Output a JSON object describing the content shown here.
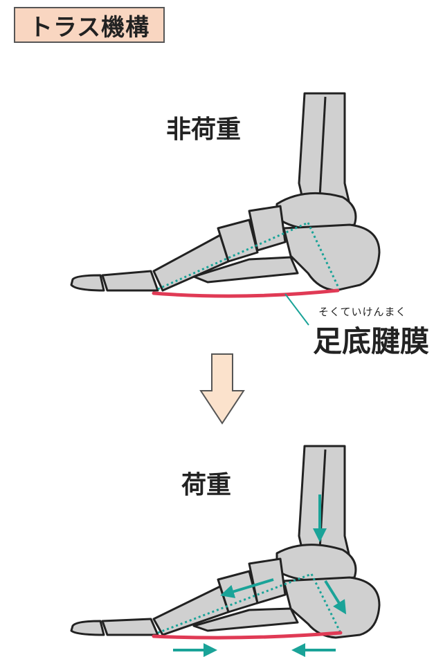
{
  "title": "トラス機構",
  "states": {
    "unloaded": "非荷重",
    "loaded": "荷重"
  },
  "fascia": {
    "reading": "そくていけんまく",
    "name": "足底腱膜"
  },
  "colors": {
    "title_bg": "#f9d6c1",
    "bone_fill": "#d0d0d0",
    "bone_stroke": "#222222",
    "fascia": "#e03a55",
    "truss": "#1aa398",
    "arrow_fill": "#fbe2cc"
  },
  "icons": {
    "transition": "down-arrow-icon",
    "force": "teal-arrow-icon"
  }
}
